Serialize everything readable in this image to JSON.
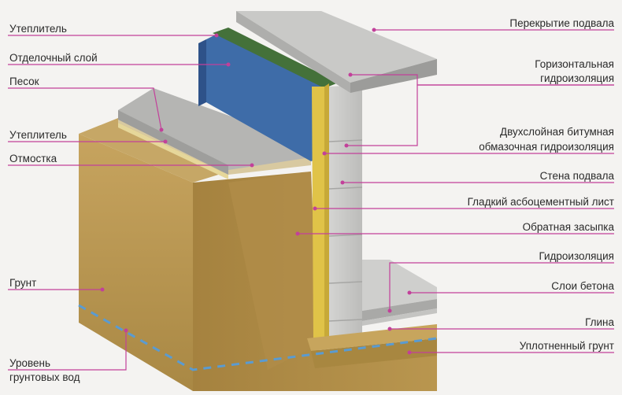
{
  "labels_left": {
    "insulation_top": "Утеплитель",
    "finish_layer": "Отделочный слой",
    "sand": "Песок",
    "insulation_bottom": "Утеплитель",
    "blind_area": "Отмостка",
    "soil": "Грунт",
    "groundwater_line1": "Уровень",
    "groundwater_line2": "грунтовых вод"
  },
  "labels_right": {
    "basement_slab": "Перекрытие подвала",
    "horizontal_wp_line1": "Горизонтальная",
    "horizontal_wp_line2": "гидроизоляция",
    "bitumen_wp_line1": "Двухслойная битумная",
    "bitumen_wp_line2": "обмазочная гидроизоляция",
    "basement_wall": "Стена подвала",
    "asbestos_sheet": "Гладкий асбоцементный лист",
    "backfill": "Обратная засыпка",
    "waterproofing": "Гидроизоляция",
    "concrete_layers": "Слои бетона",
    "clay": "Глина",
    "compacted_soil": "Уплотненный грунт"
  },
  "colors": {
    "leader_line": "#c2409a",
    "leader_dot": "#c2409a",
    "soil": "#b8954f",
    "concrete": "#c9c9c9",
    "insulation": "#3d6aa6",
    "groundwater": "#5a9bd1",
    "membrane": "#3f6b35",
    "sheet": "#e1c54a"
  }
}
